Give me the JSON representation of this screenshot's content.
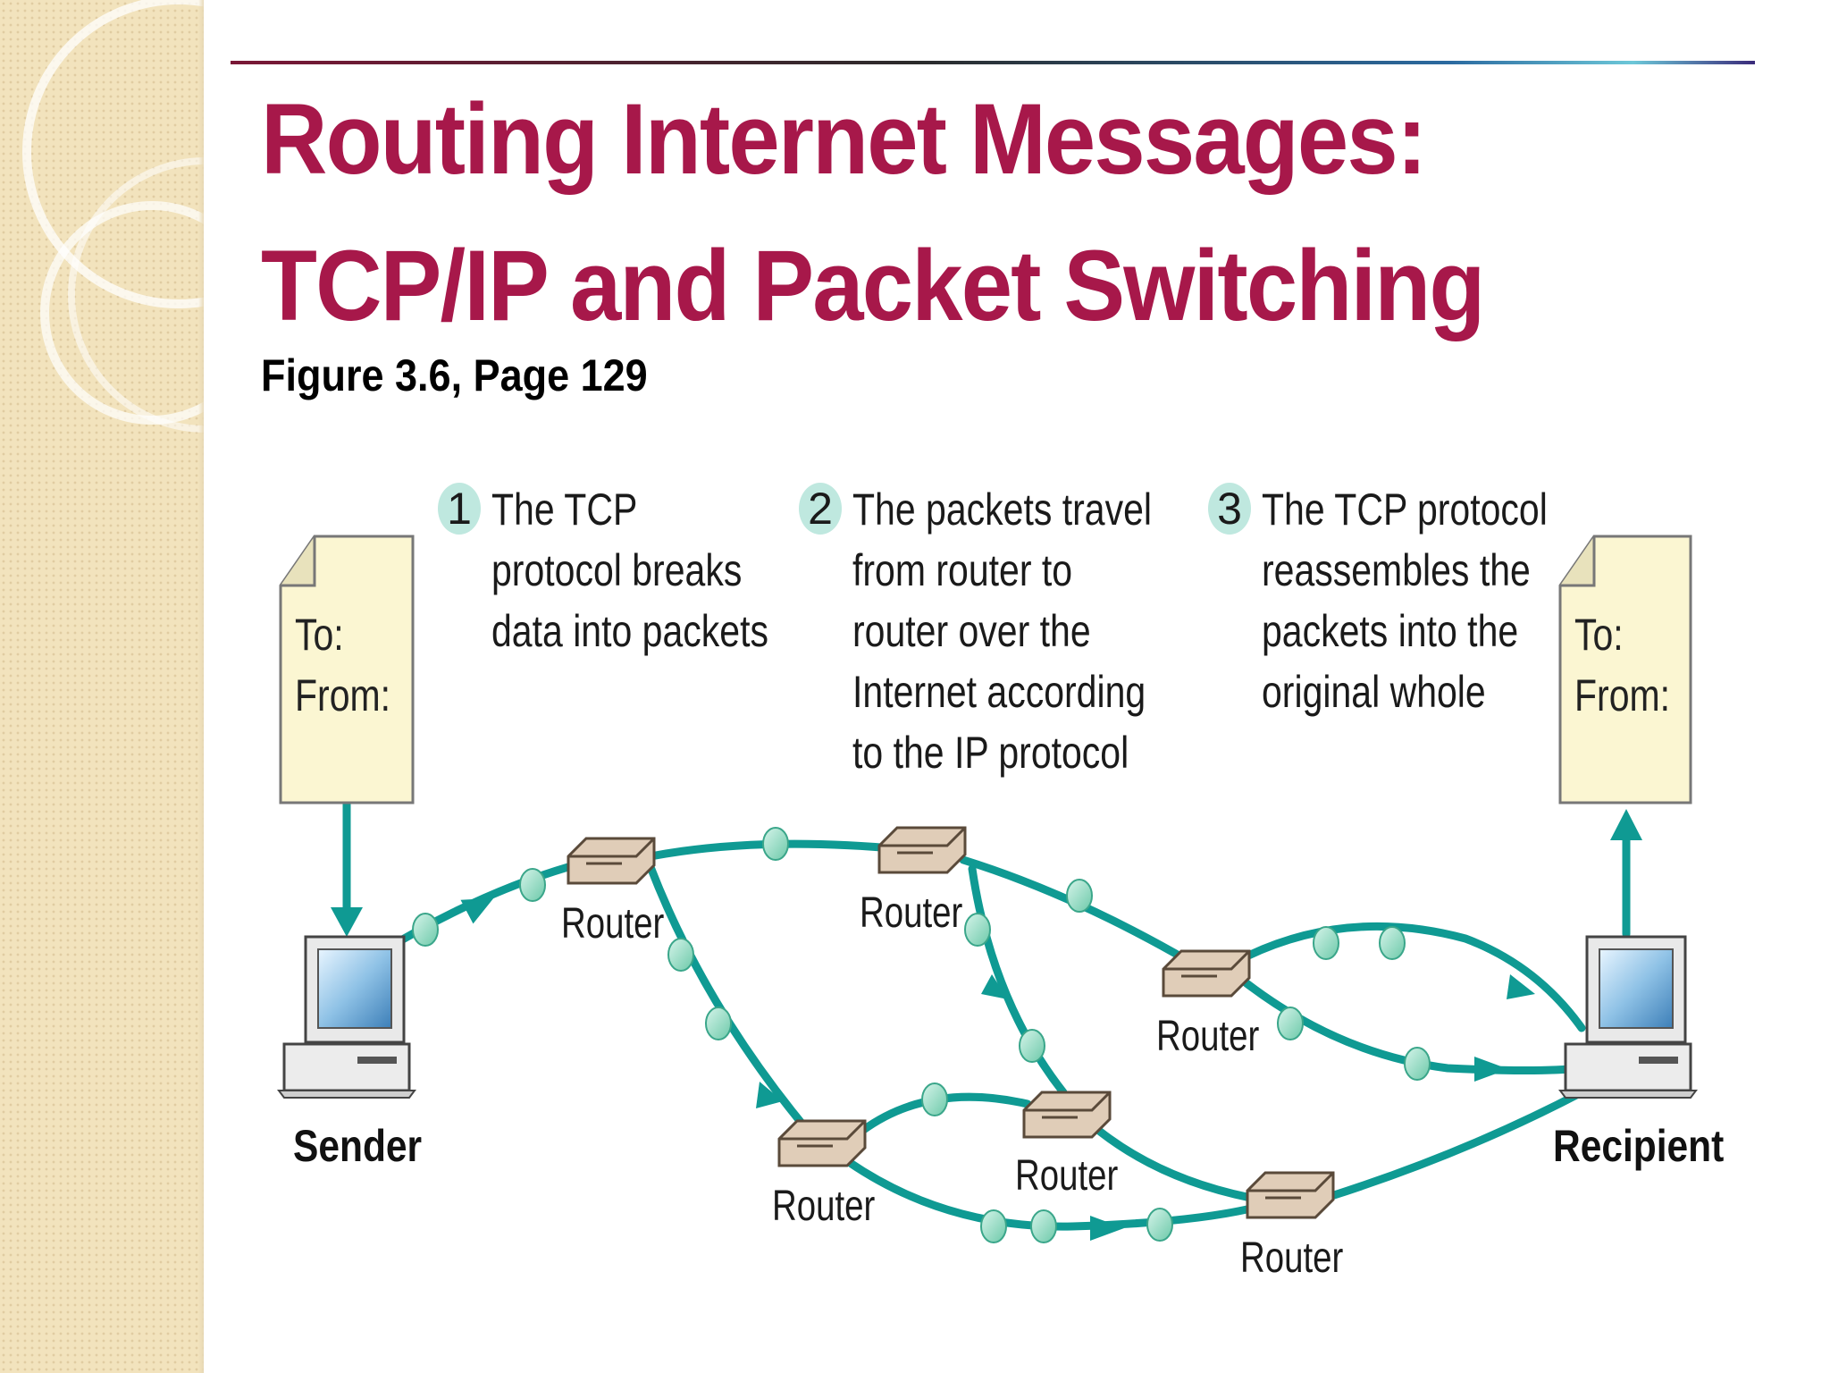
{
  "slide": {
    "title_line1": "Routing Internet Messages:",
    "title_line2": "TCP/IP and Packet Switching",
    "subtitle": "Figure 3.6, Page 129"
  },
  "steps": [
    {
      "number": "1",
      "lines": [
        "The TCP",
        "protocol breaks",
        "data into packets"
      ]
    },
    {
      "number": "2",
      "lines": [
        "The packets travel",
        "from router to",
        "router over the",
        "Internet according",
        "to the IP protocol"
      ]
    },
    {
      "number": "3",
      "lines": [
        "The TCP protocol",
        "reassembles the",
        "packets into the",
        "original whole"
      ]
    }
  ],
  "documents": {
    "sender_doc": {
      "to": "To:",
      "from": "From:"
    },
    "recipient_doc": {
      "to": "To:",
      "from": "From:"
    }
  },
  "hosts": {
    "sender": "Sender",
    "recipient": "Recipient"
  },
  "routers": [
    "Router",
    "Router",
    "Router",
    "Router",
    "Router",
    "Router"
  ],
  "colors": {
    "title": "#a7184a",
    "path": "#0f9a93",
    "packet": "#8fd8c0",
    "document": "#fbf6d2",
    "step_badge": "#bfe8df",
    "router": "#e0cdb8"
  },
  "icons": [
    "document-icon",
    "computer-icon",
    "router-icon",
    "packet-icon",
    "arrow-icon"
  ]
}
